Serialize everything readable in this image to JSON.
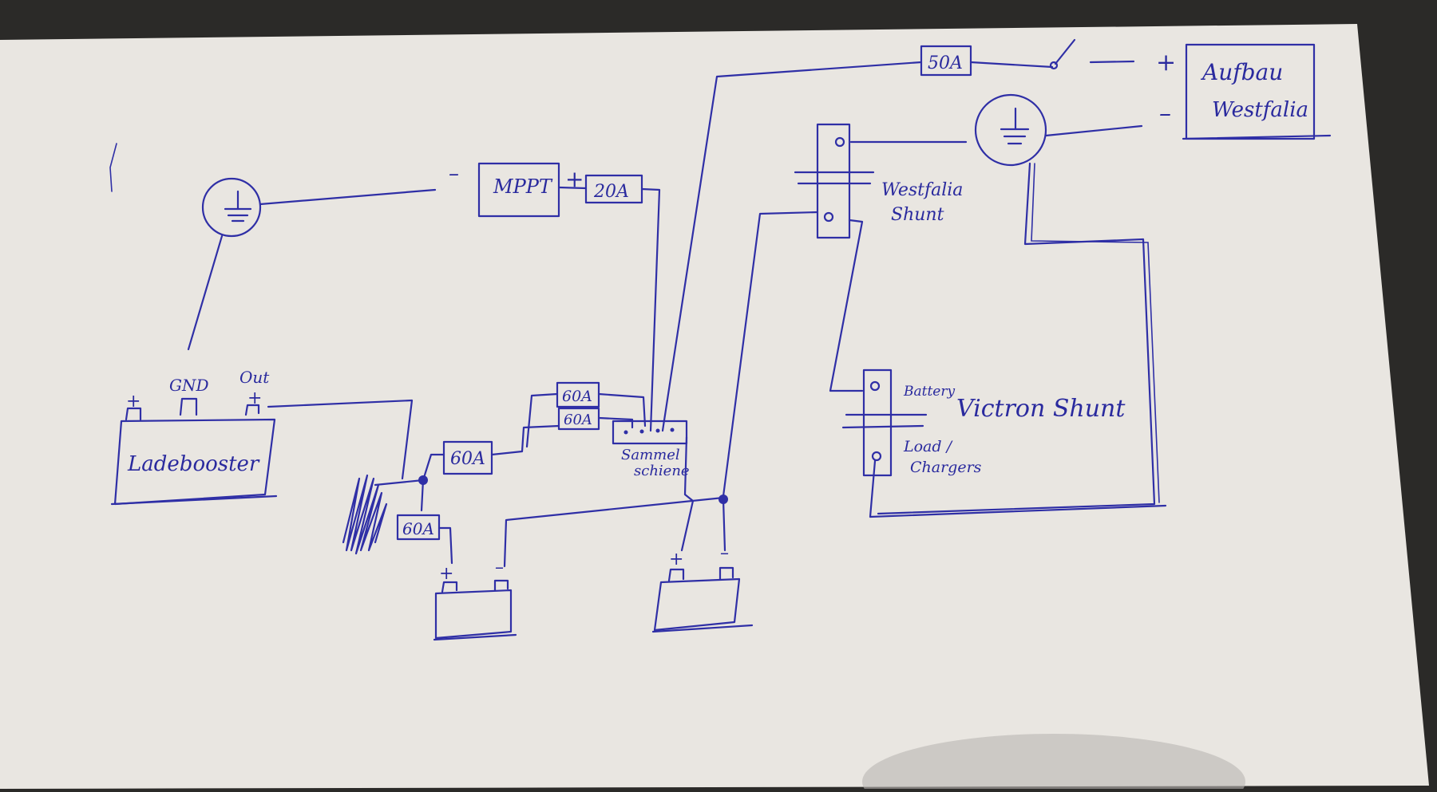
{
  "colors": {
    "ink": "#2f2fa6",
    "paper": "#e9e6e1",
    "background": "#2b2a28"
  },
  "labels": {
    "mppt": "MPPT",
    "mppt_minus": "–",
    "mppt_plus": "+",
    "fuse_20a": "20A",
    "fuse_50a": "50A",
    "aufbau_line1": "Aufbau",
    "aufbau_line2": "Westfalia",
    "aufbau_plus": "+",
    "aufbau_minus": "–",
    "westfalia_shunt_line1": "Westfalia",
    "westfalia_shunt_line2": "Shunt",
    "ladebooster": "Ladebooster",
    "gnd": "GND",
    "out": "Out",
    "booster_plus": "+",
    "booster_out_plus": "+",
    "fuse_60a_top1": "60A",
    "fuse_60a_top2": "60A",
    "fuse_60a_mid": "60A",
    "fuse_60a_low": "60A",
    "sammelschiene_line1": "Sammel",
    "sammelschiene_line2": "schiene",
    "victron_shunt": "Victron Shunt",
    "victron_battery": "Battery",
    "victron_load_line1": "Load /",
    "victron_load_line2": "Chargers",
    "battery1_plus": "+",
    "battery1_minus": "–",
    "battery2_plus": "+",
    "battery2_minus": "–"
  }
}
